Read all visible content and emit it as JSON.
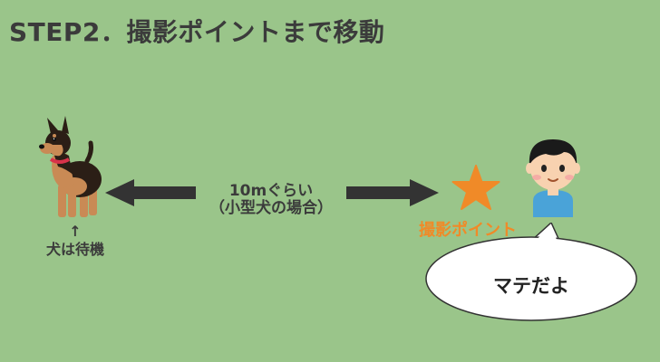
{
  "title": "STEP2．撮影ポイントまで移動",
  "dog": {
    "wait_arrow": "↑",
    "wait_label": "犬は待機"
  },
  "distance": {
    "line1": "10mぐらい",
    "line2": "（小型犬の場合）"
  },
  "photo_spot": {
    "label": "撮影ポイント"
  },
  "speech": {
    "text": "マテだよ"
  },
  "colors": {
    "background": "#9ac58a",
    "arrow": "#333333",
    "star": "#f08a28",
    "text": "#3b3b3b"
  }
}
